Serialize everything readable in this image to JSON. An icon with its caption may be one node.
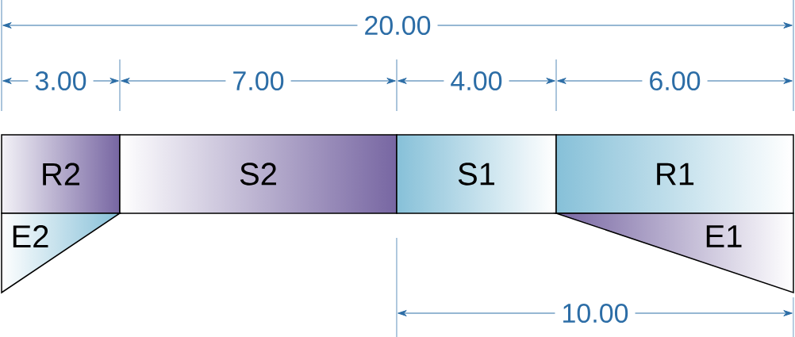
{
  "diagram": {
    "nodes": [
      {
        "text": [
          "R2"
        ]
      },
      {
        "text": [
          "S2"
        ]
      },
      {
        "text": [
          "S1"
        ]
      },
      {
        "text": [
          "R1"
        ]
      },
      {
        "text": [
          "E2"
        ]
      },
      {
        "text": [
          "E1"
        ]
      }
    ],
    "labels": [
      "20.00",
      "3.00",
      "7.00",
      "4.00",
      "6.00",
      "10.00"
    ]
  }
}
